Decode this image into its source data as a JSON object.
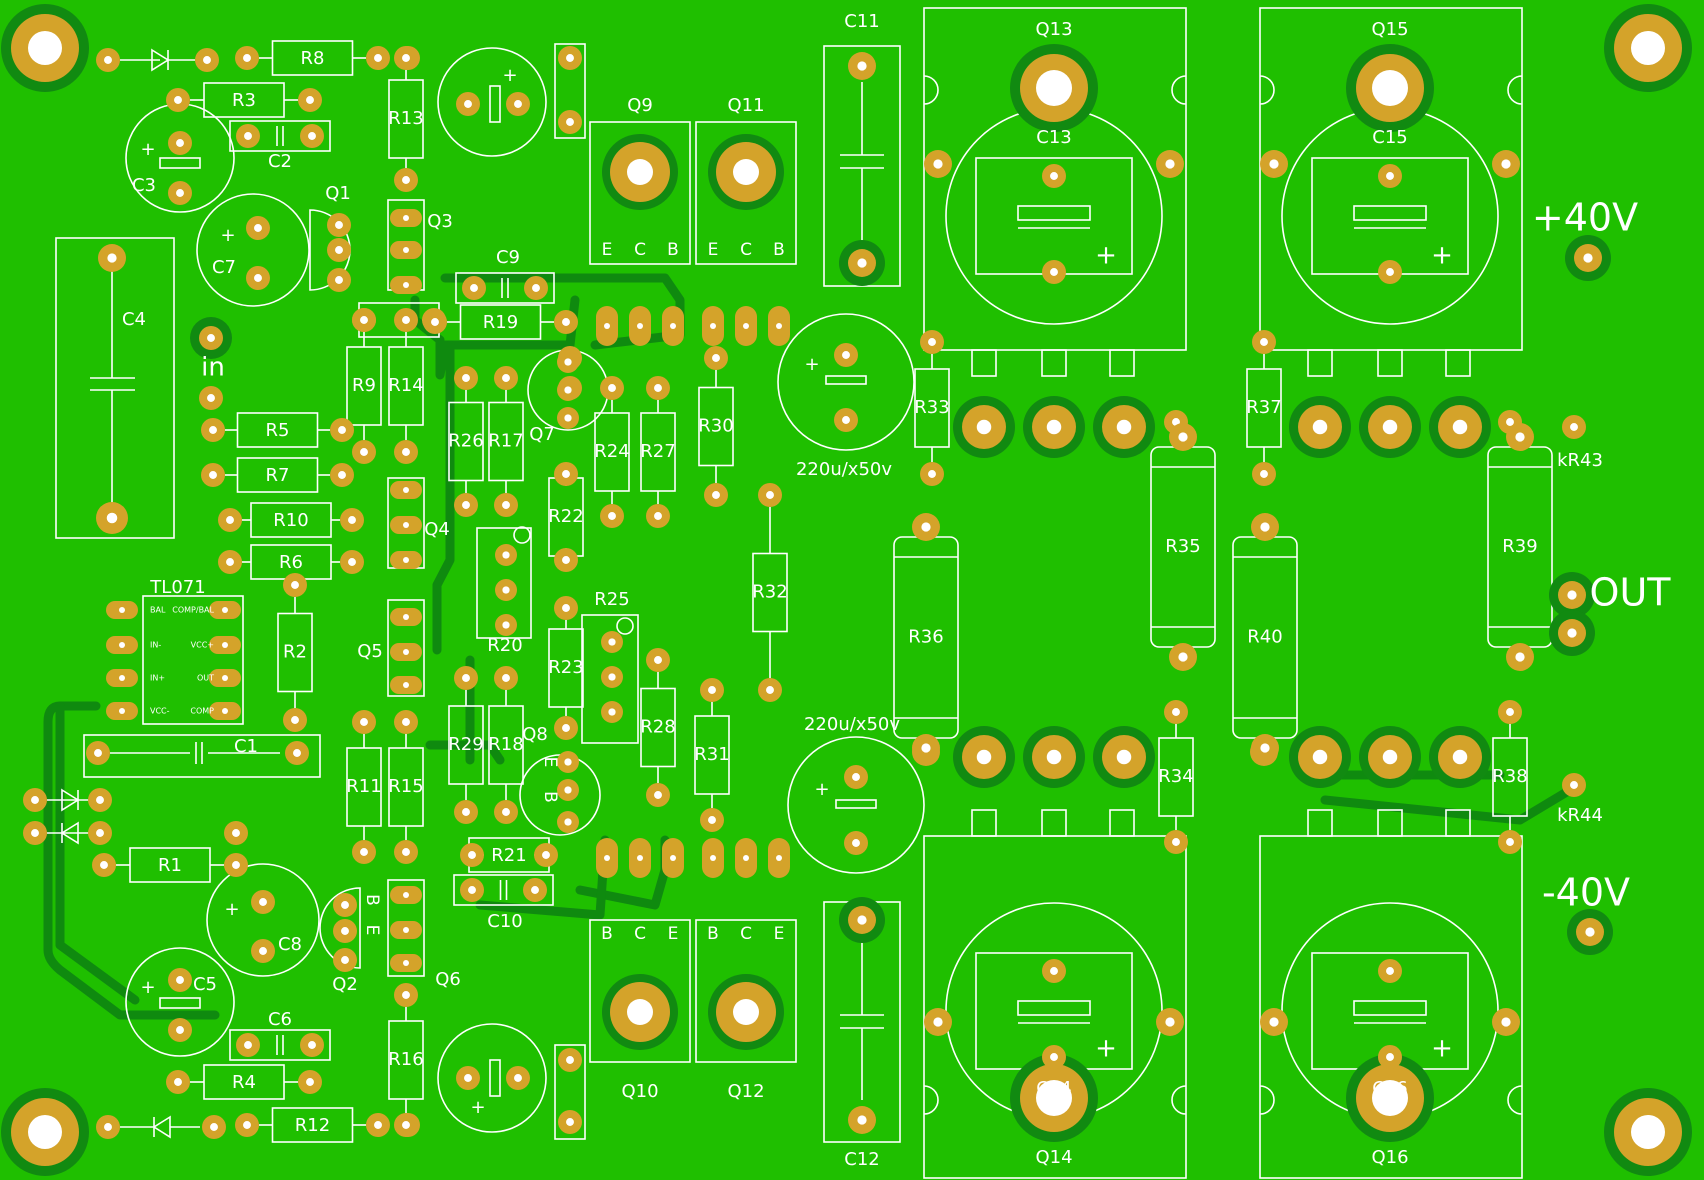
{
  "board": {
    "labels": {
      "in": "in",
      "pos_rail": "+40V",
      "neg_rail": "-40V",
      "out": "OUT",
      "cap1": "220u/x50v",
      "cap2": "220u/x50v",
      "kr43": "kR43",
      "kr44": "kR44",
      "ic_name": "TL071",
      "ic_bal": "BAL",
      "ic_in_neg": "IN-",
      "ic_in_pos": "IN+",
      "ic_vcc_neg": "VCC-",
      "ic_comp_bal": "COMP/BAL",
      "ic_vcc_pos": "VCC+",
      "ic_out": "OUT",
      "ic_comp": "COMP"
    },
    "resistors": [
      "R1",
      "R2",
      "R3",
      "R4",
      "R5",
      "R6",
      "R7",
      "R8",
      "R9",
      "R10",
      "R11",
      "R12",
      "R13",
      "R14",
      "R15",
      "R16",
      "R17",
      "R18",
      "R19",
      "R20",
      "R21",
      "R22",
      "R23",
      "R24",
      "R25",
      "R26",
      "R27",
      "R28",
      "R29",
      "R30",
      "R31",
      "R32",
      "R33",
      "R34",
      "R35",
      "R36",
      "R37",
      "R38",
      "R39",
      "R40"
    ],
    "capacitors": [
      "C1",
      "C2",
      "C3",
      "C4",
      "C5",
      "C6",
      "C7",
      "C8",
      "C9",
      "C10",
      "C11",
      "C12",
      "C13",
      "C14",
      "C15",
      "C16"
    ],
    "transistors": [
      "Q1",
      "Q2",
      "Q3",
      "Q4",
      "Q5",
      "Q6",
      "Q7",
      "Q8",
      "Q9",
      "Q10",
      "Q11",
      "Q12",
      "Q13",
      "Q14",
      "Q15",
      "Q16"
    ],
    "pin_e": "E",
    "pin_c": "C",
    "pin_b": "B"
  }
}
